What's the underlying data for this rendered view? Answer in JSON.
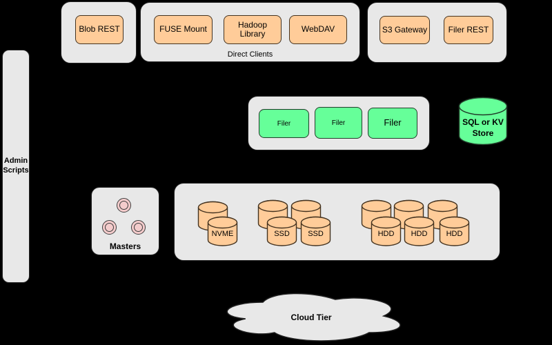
{
  "colors": {
    "background": "#000000",
    "container_fill": "#e8e8e8",
    "client_node_fill": "#ffcc99",
    "filer_node_fill": "#66ff99",
    "kv_store_fill": "#66ff99",
    "volume_cylinder_fill": "#ffcc99",
    "master_circle_fill": "#f4cccc",
    "cloud_fill": "#e8e8e8"
  },
  "admin_scripts": {
    "line1": "Admin",
    "line2": "Scripts"
  },
  "blob_group": {
    "blob_rest": "Blob REST"
  },
  "direct_clients": {
    "caption": "Direct Clients",
    "items": [
      "FUSE Mount",
      "Hadoop Library",
      "WebDAV"
    ]
  },
  "gateways": {
    "s3_gateway": "S3 Gateway",
    "filer_rest": "Filer REST"
  },
  "filers": {
    "items": [
      "Filer",
      "Filer",
      "Filer"
    ]
  },
  "kv_store": {
    "line1": "SQL or KV",
    "line2": "Store"
  },
  "masters": {
    "caption": "Masters",
    "circle_count": 3
  },
  "volumes": {
    "nvme_label": "NVME",
    "ssd_label": "SSD",
    "hdd_label": "HDD",
    "groups": [
      {
        "label": "NVME",
        "cylinders": 2
      },
      {
        "label": "SSD",
        "cylinders": 4
      },
      {
        "label": "HDD",
        "cylinders": 6
      }
    ]
  },
  "cloud": {
    "caption": "Cloud Tier"
  }
}
